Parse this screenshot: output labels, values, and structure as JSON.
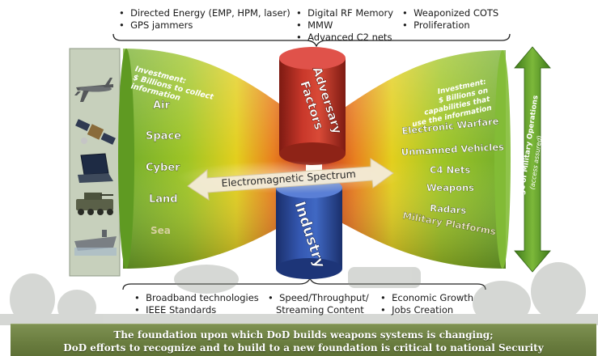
{
  "top_bullets": {
    "col1": [
      "Directed Energy (EMP, HPM, laser)",
      "GPS jammers"
    ],
    "col2": [
      "Digital RF Memory",
      "MMW",
      "Advanced C2 nets"
    ],
    "col3": [
      "Weaponized COTS",
      "Proliferation"
    ]
  },
  "bottom_bullets": {
    "col1": [
      "Broadband technologies",
      "IEEE Standards"
    ],
    "col2": [
      "Speed/Throughput/",
      "Streaming Content"
    ],
    "col3": [
      "Economic Growth",
      "Jobs Creation"
    ]
  },
  "left_section": {
    "investment": [
      "Investment:",
      "$ Billions to collect",
      "information"
    ],
    "domains": [
      "Air",
      "Space",
      "Cyber",
      "Land",
      "Sea"
    ]
  },
  "right_section": {
    "investment": [
      "Investment:",
      "$ Billions on",
      "capabilities that",
      "use the information"
    ],
    "capabilities": [
      "Electronic Warfare",
      "Unmanned Vehicles",
      "C4 Nets",
      "Weapons",
      "Radars",
      "Military Platforms"
    ]
  },
  "center": {
    "top_label": [
      "Adversary",
      "Factors"
    ],
    "bottom_label": "Industry",
    "spectrum_label": "Electromagnetic Spectrum"
  },
  "range_label": [
    "Full Range of Military Operations",
    "(access assured)"
  ],
  "footer": {
    "line1": "The foundation upon which DoD builds weapons systems is changing;",
    "line2": "DoD efforts to recognize and to build to a new foundation is critical to national Security"
  },
  "sidebar_icons": [
    "drone-icon",
    "satellite-icon",
    "laptop-icon",
    "armored-vehicle-icon",
    "aircraft-carrier-icon"
  ],
  "colors": {
    "green": "#6fa72a",
    "yellow": "#e9d01c",
    "orange": "#e2651f",
    "red": "#c23119",
    "blue": "#2d4fa0",
    "footer": "#6b7e40"
  }
}
